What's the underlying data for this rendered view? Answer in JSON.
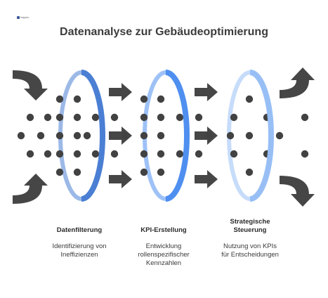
{
  "logo": {
    "text": "Napkin"
  },
  "title": "Datenanalyse zur Gebäudeoptimierung",
  "colors": {
    "arrow": "#464646",
    "dot": "#424242",
    "ring1": "#4a7fd4",
    "ring2": "#4f8ff0",
    "ring3": "#98bff5"
  },
  "stages": [
    {
      "name": "Datenfilterung",
      "description": "Identifizierung von\nIneffizienzen"
    },
    {
      "name": "KPI-Erstellung",
      "description": "Entwicklung\nrollenspezifischer\nKennzahlen"
    },
    {
      "name": "Strategische\nSteuerung",
      "description": "Nutzung von KPIs\nfür Entscheidungen"
    }
  ]
}
